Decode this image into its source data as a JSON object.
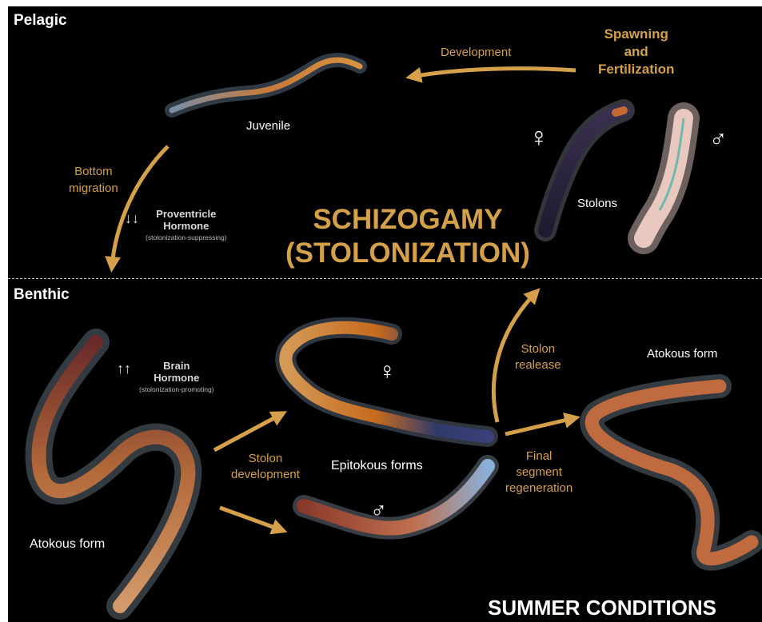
{
  "zones": {
    "pelagic": "Pelagic",
    "benthic": "Benthic"
  },
  "title": {
    "line1": "SCHIZOGAMY",
    "line2": "(STOLONIZATION)"
  },
  "footer": "SUMMER CONDITIONS",
  "labels": {
    "development": "Development",
    "spawning": [
      "Spawning",
      "and",
      "Fertilization"
    ],
    "juvenile": "Juvenile",
    "bottom_migration": [
      "Bottom",
      "migration"
    ],
    "stolons": "Stolons",
    "stolon_release": [
      "Stolon",
      "realease"
    ],
    "atokous_form_right": "Atokous form",
    "atokous_form_left": "Atokous form",
    "stolon_development": [
      "Stolon",
      "development"
    ],
    "epitokous_forms": "Epitokous forms",
    "final_regeneration": [
      "Final",
      "segment",
      "regeneration"
    ]
  },
  "hormones": {
    "proventricle": {
      "arrows": "↓↓",
      "name": [
        "Proventricle",
        "Hormone"
      ],
      "note": "(stolonization-suppressing)"
    },
    "brain": {
      "arrows": "↑↑",
      "name": [
        "Brain",
        "Hormone"
      ],
      "note": "(stolonization-promoting)"
    }
  },
  "symbols": {
    "female": "♀",
    "male": "♂"
  },
  "colors": {
    "background": "#000000",
    "accent": "#d4a04a",
    "text": "#ffffff",
    "divider": "#cfcfcf"
  }
}
